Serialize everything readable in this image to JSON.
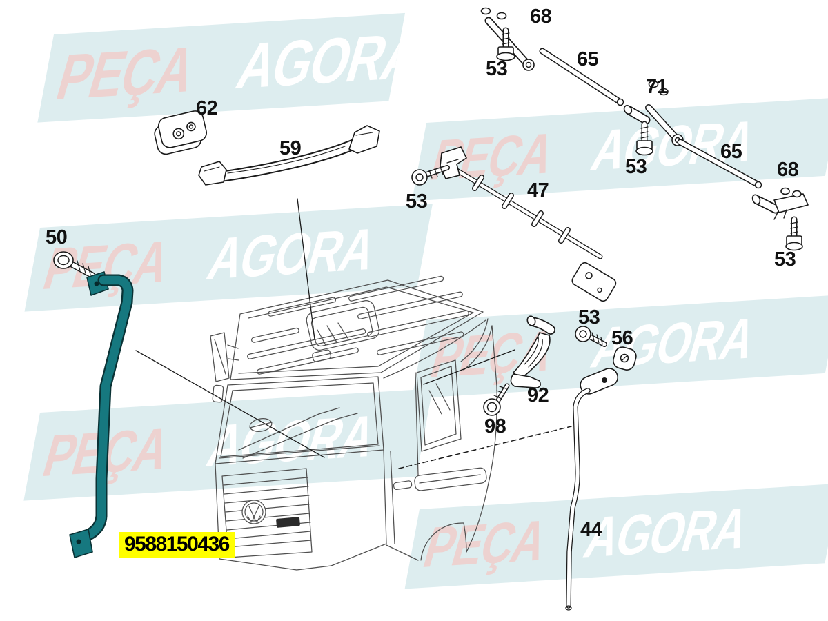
{
  "watermark": {
    "word1": "PEÇA",
    "word2": "AGORA"
  },
  "highlight": {
    "part_number": "9588150436"
  },
  "callouts": {
    "c68_top": "68",
    "c53_a": "53",
    "c65_a": "65",
    "c71": "71",
    "c53_b": "53",
    "c65_b": "65",
    "c68_right": "68",
    "c53_c": "53",
    "c62": "62",
    "c59": "59",
    "c53_d": "53",
    "c47": "47",
    "c50": "50",
    "c53_e": "53",
    "c56": "56",
    "c92": "92",
    "c98": "98",
    "c44": "44"
  },
  "colors": {
    "highlight_bg": "#ffff00",
    "highlight_fg": "#000000",
    "highlight_part": "#16787f",
    "banner": "#ddedef",
    "banner_word1": "#edd2d0",
    "banner_word2": "#ffffff",
    "part_line": "#1a1a1a",
    "truck_line": "#4f4f4f",
    "callout_fg": "#111111"
  }
}
